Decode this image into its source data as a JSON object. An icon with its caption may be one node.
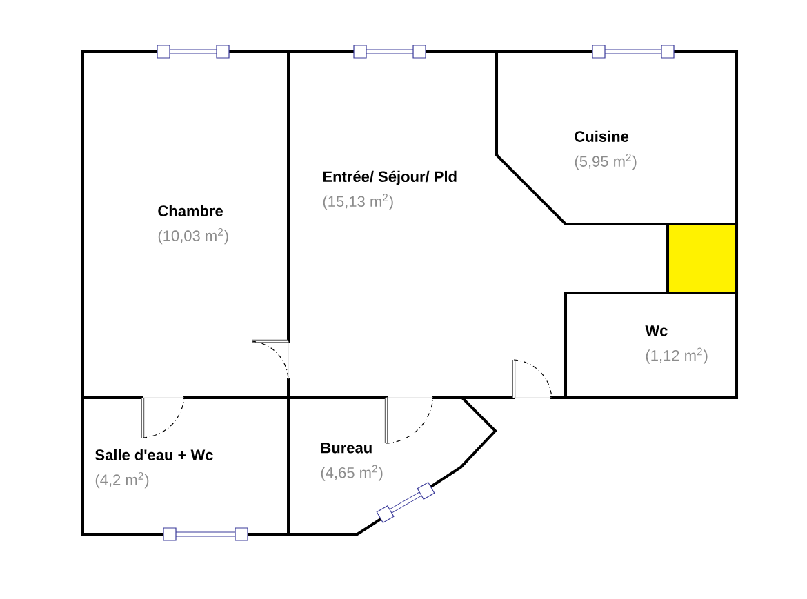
{
  "diagram": {
    "nodes": [
      {
        "text": [
          "Chambre",
          "(10,03 m$^{2}$)"
        ]
      },
      {
        "text": [
          "Entrée/ Séjour/ Pld",
          "(15,13 m$^{2}$)"
        ]
      },
      {
        "text": [
          "Cuisine",
          "(5,95 m$^{2}$)"
        ]
      },
      {
        "text": [],
        "shape": "box"
      },
      {
        "text": [
          "Wc",
          "(1,12 m$^{2}$)"
        ]
      },
      {
        "text": [
          "Salle d'eau + Wc",
          "(4,2 m$^{2}$)"
        ]
      },
      {
        "text": [
          "Bureau",
          "(4,65 m$^{2}$)"
        ]
      }
    ]
  }
}
